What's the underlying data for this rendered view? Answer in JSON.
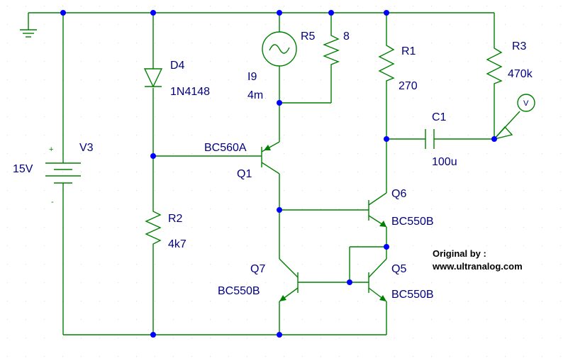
{
  "components": {
    "V3": {
      "name": "V3",
      "value": "15V",
      "plus": "+",
      "minus": "-"
    },
    "D4": {
      "name": "D4",
      "value": "1N4148"
    },
    "R2": {
      "name": "R2",
      "value": "4k7"
    },
    "I9": {
      "name": "I9",
      "value": "4m"
    },
    "R5": {
      "name": "R5",
      "value": "8"
    },
    "R1": {
      "name": "R1",
      "value": "270"
    },
    "R3": {
      "name": "R3",
      "value": "470k"
    },
    "C1": {
      "name": "C1",
      "value": "100u"
    },
    "Q1": {
      "name": "Q1",
      "value": "BC560A"
    },
    "Q6": {
      "name": "Q6",
      "value": "BC550B"
    },
    "Q7": {
      "name": "Q7",
      "value": "BC550B"
    },
    "Q5": {
      "name": "Q5",
      "value": "BC550B"
    }
  },
  "probe": {
    "letter": "V"
  },
  "credit": {
    "line1": "Original by :",
    "line2": "www.ultranalog.com"
  },
  "colors": {
    "wire": "#008000",
    "label": "#000080",
    "junction": "#0000ff",
    "grid": "#d8d8d8"
  }
}
